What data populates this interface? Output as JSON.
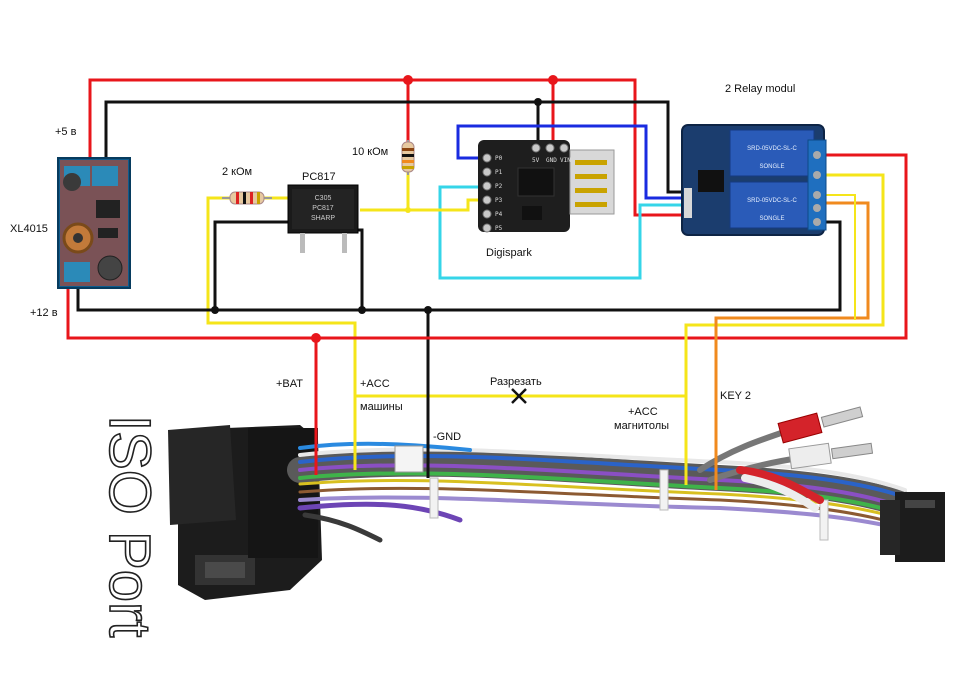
{
  "diagram": {
    "components": {
      "regulator": "XL4015",
      "optocoupler": "PC817",
      "optocoupler_chip": [
        "C305",
        "PC817",
        "SHARP"
      ],
      "resistor_small": "2 кОм",
      "resistor_pullup": "10 кОм",
      "microcontroller": "Digispark",
      "relay": "2 Relay modul",
      "relay_chip": [
        "SRD-05VDC-SL-C",
        "SONGLE"
      ],
      "connector": "ISO Port"
    },
    "labels": {
      "plus5": "+5 в",
      "plus12": "+12 в",
      "bat": "+BAT",
      "acc_car_1": "+ACC",
      "acc_car_2": "машины",
      "gnd": "-GND",
      "cut": "Разрезать",
      "acc_radio_1": "+ACC",
      "acc_radio_2": "магнитолы",
      "key2": "KEY 2"
    },
    "digispark_pins": [
      "5V",
      "GND",
      "VIN",
      "P0",
      "P1",
      "P2",
      "P3",
      "P4",
      "P5"
    ],
    "wire_colors": {
      "positive": "#e8161b",
      "ground": "#111111",
      "signal_yellow": "#f5e51a",
      "signal_blue": "#1a2be0",
      "signal_cyan": "#35d5e8",
      "signal_orange": "#f08a1e",
      "node": "#e8161b"
    }
  }
}
